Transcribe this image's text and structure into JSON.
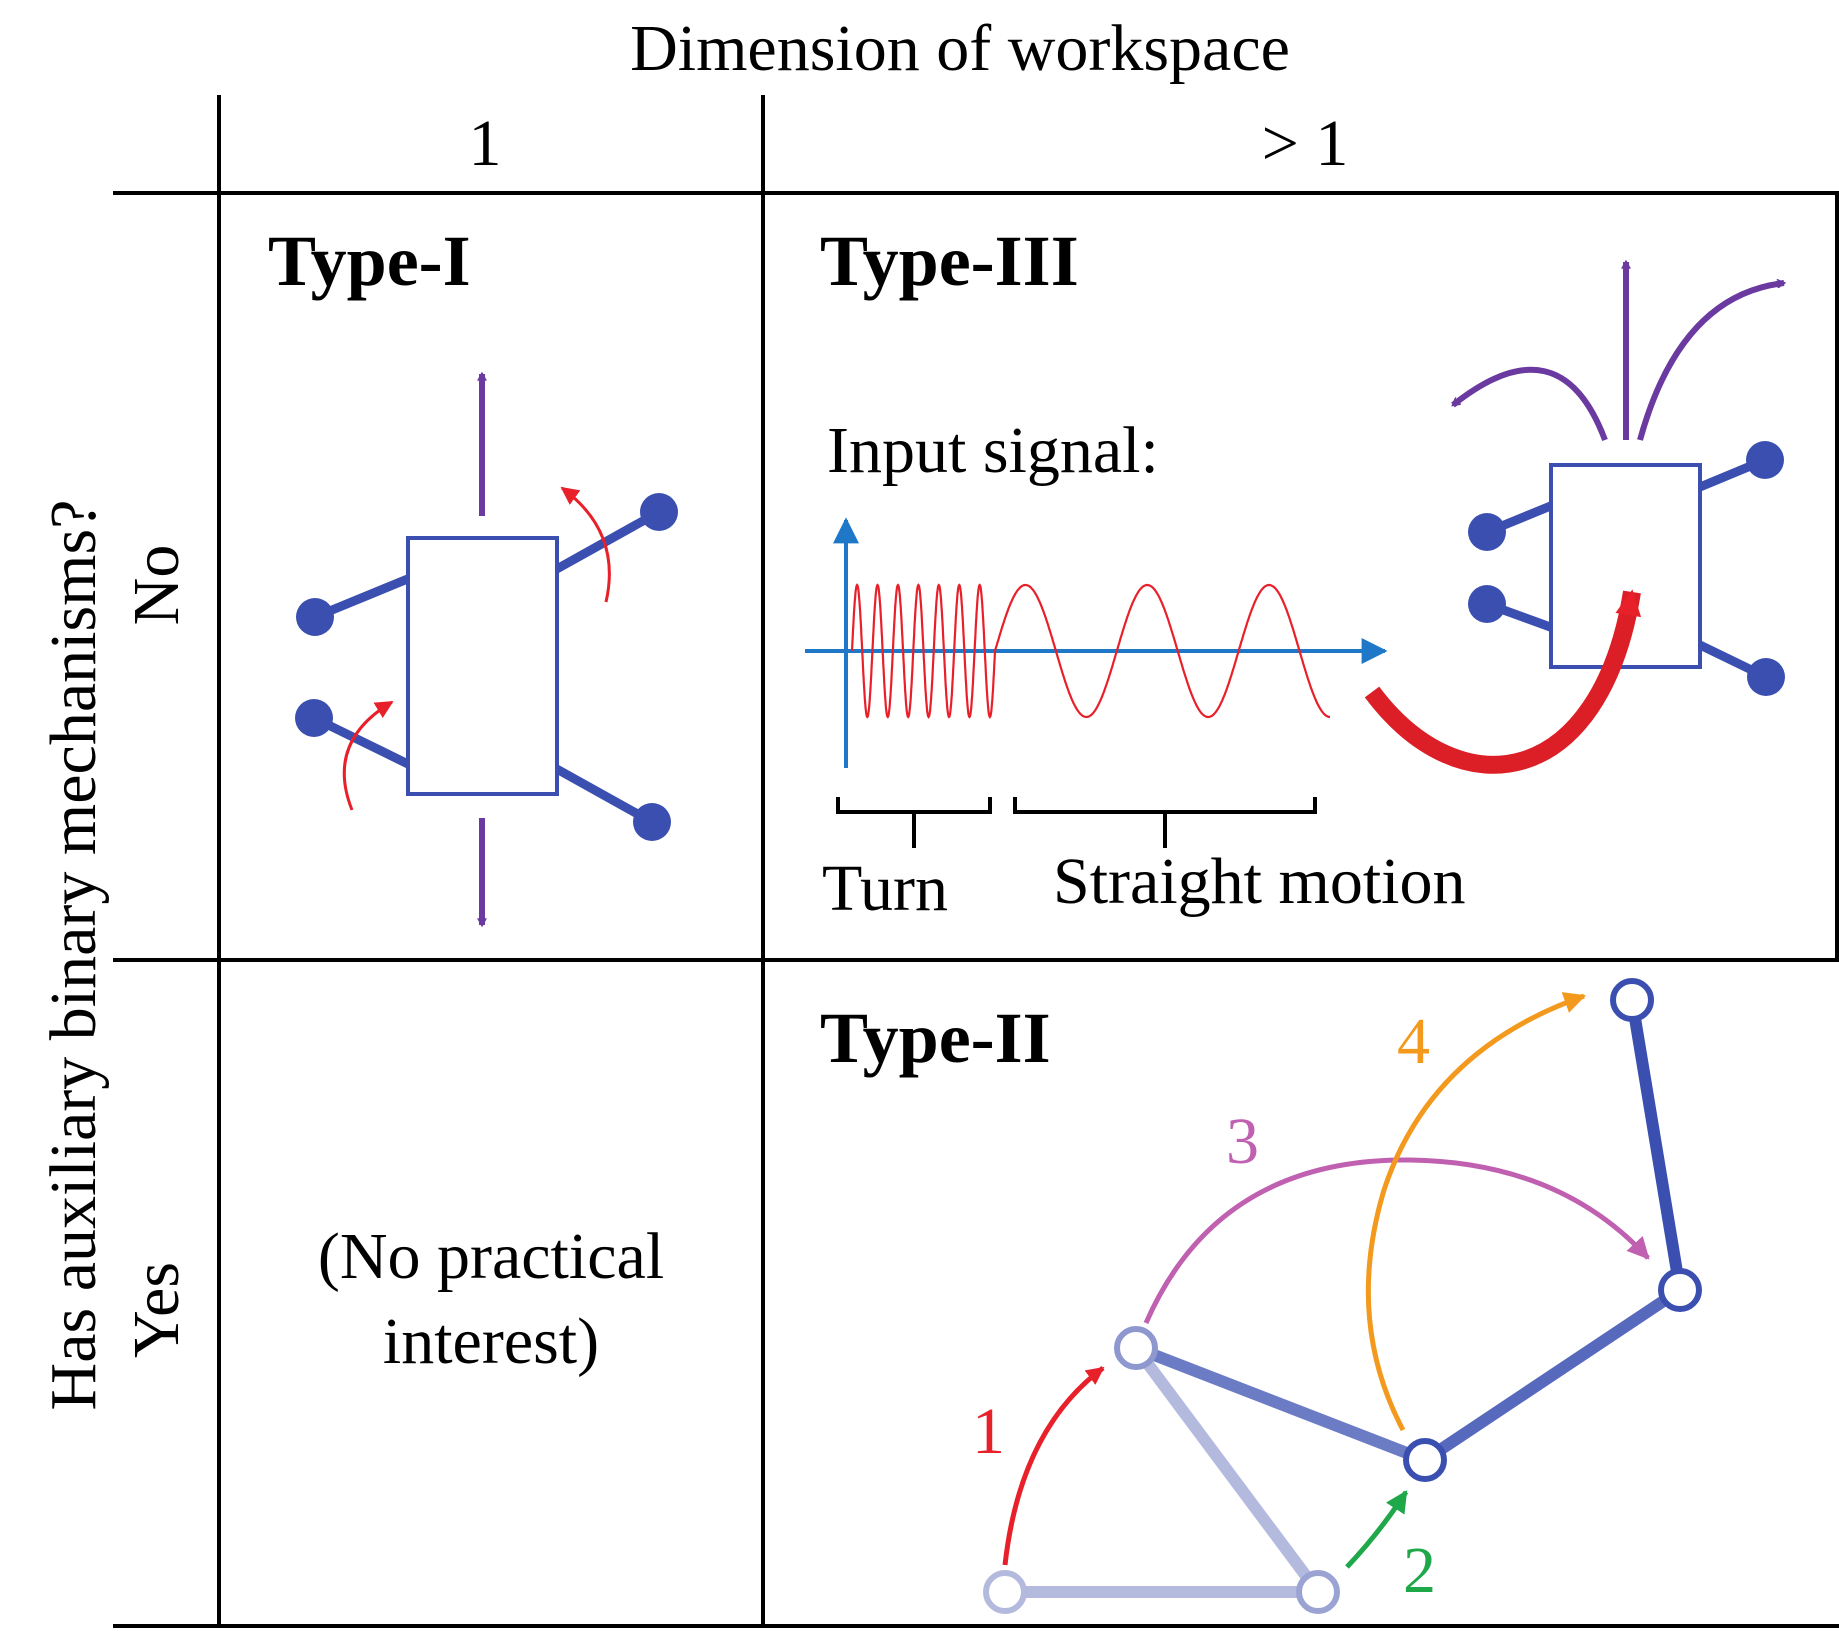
{
  "header": {
    "title": "Dimension of workspace",
    "col_1": "1",
    "col_2": "> 1"
  },
  "side": {
    "title": "Has auxiliary binary mechanisms?",
    "row_no": "No",
    "row_yes": "Yes"
  },
  "cells": {
    "type_1": "Type-I",
    "type_3": "Type-III",
    "type_2": "Type-II",
    "no_interest_line1": "(No practical",
    "no_interest_line2": "interest)"
  },
  "signal": {
    "label": "Input signal:",
    "turn": "Turn",
    "straight": "Straight motion"
  },
  "steps": {
    "s1": "1",
    "s2": "2",
    "s3": "3",
    "s4": "4"
  },
  "colors": {
    "grid": "#000000",
    "mechanism": "#3a4fb0",
    "mechanism_faded": "#b3bade",
    "purple": "#6a3aa0",
    "red": "#e8202a",
    "dark_red": "#c81820",
    "axis_blue": "#1f77c8",
    "green": "#1fa84a",
    "magenta": "#c060b0",
    "orange": "#f39a1e"
  }
}
